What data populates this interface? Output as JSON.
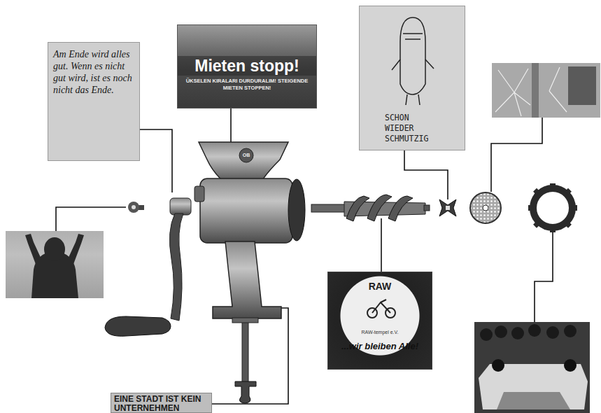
{
  "diagram": {
    "nodes": [
      {
        "text": [
          "Am Ende wird alles gut. Wenn es nicht gut wird, ist es noch nicht das Ende."
        ]
      },
      {
        "text": [
          "Mieten stopp!",
          "ÜKSELEN KIRALARI DURDURALIM! STEIGENDE MIETEN STOPPEN!"
        ]
      },
      {
        "text": [
          "SCHON WIEDER SCHMUTZIG"
        ]
      },
      {
        "text": [
          "RAW",
          "RAW-tempel e.V.",
          "...wir bleiben Alle!"
        ]
      },
      {
        "text": [
          "EINE STADT IST KEIN UNTERNEHMEN"
        ]
      }
    ],
    "labels": [
      "OB"
    ]
  }
}
